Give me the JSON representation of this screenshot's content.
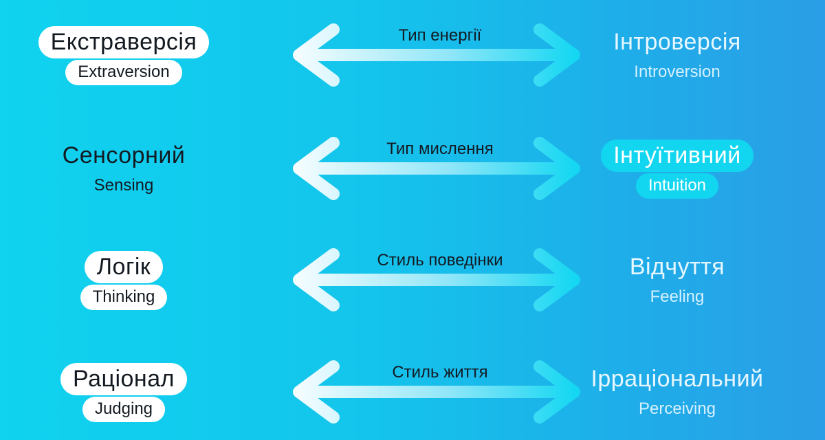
{
  "rows": [
    {
      "left": {
        "ua": "Екстраверсія",
        "en": "Extraversion"
      },
      "axis": "Тип енергії",
      "right": {
        "ua": "Інтроверсія",
        "en": "Introversion"
      }
    },
    {
      "left": {
        "ua": "Сенсорний",
        "en": "Sensing"
      },
      "axis": "Тип мислення",
      "right": {
        "ua": "Інтуїтивний",
        "en": "Intuition"
      }
    },
    {
      "left": {
        "ua": "Логік",
        "en": "Thinking"
      },
      "axis": "Стиль поведінки",
      "right": {
        "ua": "Відчуття",
        "en": "Feeling"
      }
    },
    {
      "left": {
        "ua": "Раціонал",
        "en": "Judging"
      },
      "axis": "Стиль життя",
      "right": {
        "ua": "Ірраціональний",
        "en": "Perceiving"
      }
    }
  ],
  "colors": {
    "background_start": "#0fd3ef",
    "background_end": "#2a9ee6",
    "arrow_left": "#f3fcff",
    "arrow_right": "#15d7f2",
    "highlight_pill": "#12d6f0",
    "white_pill": "#ffffff"
  }
}
